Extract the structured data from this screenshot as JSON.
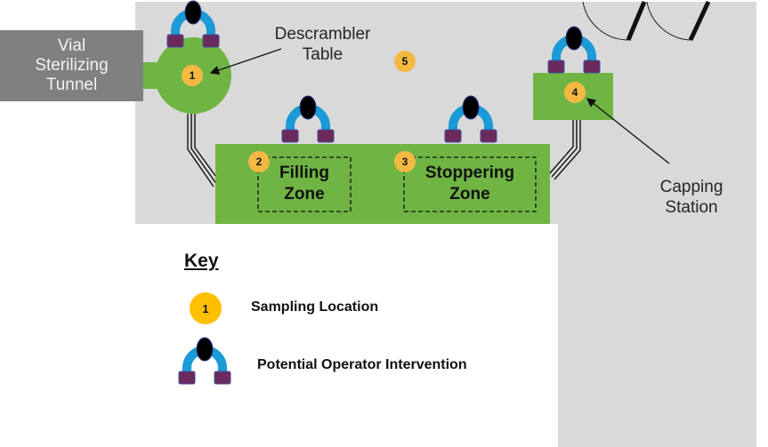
{
  "colors": {
    "room": "#d9d9d9",
    "equipment": "#70b544",
    "tunnel": "#808080",
    "sampling_marker": "#f4b942",
    "key_marker": "#ffc000",
    "operator_arms": "#1a9ad6",
    "operator_hands": "#6b2a5b",
    "operator_head": "#000000"
  },
  "labels": {
    "tunnel": "Vial Sterilizing Tunnel",
    "descrambler": "Descrambler Table",
    "capping": "Capping Station"
  },
  "zones": [
    {
      "id": "filling",
      "line1": "Filling",
      "line2": "Zone"
    },
    {
      "id": "stoppering",
      "line1": "Stoppering",
      "line2": "Zone"
    }
  ],
  "sampling_locations": [
    "1",
    "2",
    "3",
    "4",
    "5"
  ],
  "key": {
    "title": "Key",
    "sampling_label": "Sampling Location",
    "sampling_marker": "1",
    "operator_label": "Potential Operator Intervention"
  }
}
